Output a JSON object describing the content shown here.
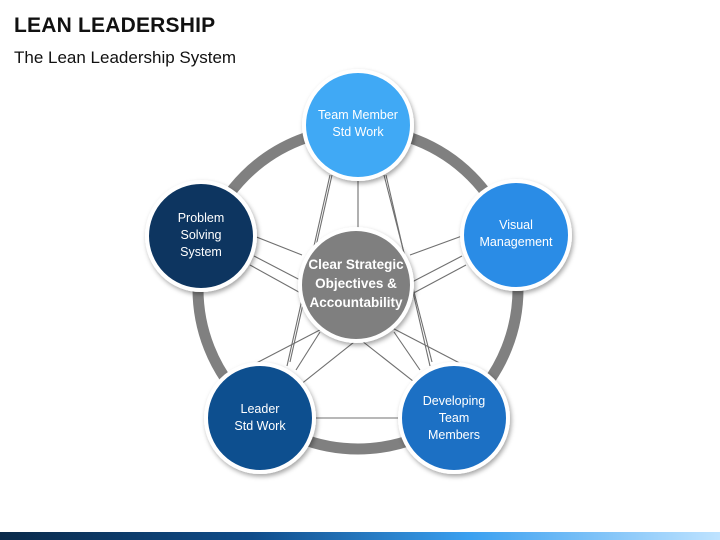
{
  "header": {
    "title": "LEAN LEADERSHIP",
    "subtitle": "The Lean Leadership System"
  },
  "diagram": {
    "center": {
      "lines": [
        "Clear Strategic",
        "Objectives &",
        "Accountability"
      ],
      "color": "#7f7f7f"
    },
    "ring_color": "#808080",
    "spoke_color": "#707070",
    "nodes": [
      {
        "id": "team-member-std-work",
        "lines": [
          "Team Member",
          "Std Work"
        ],
        "color": "#3fa9f5"
      },
      {
        "id": "visual-management",
        "lines": [
          "Visual",
          "Management"
        ],
        "color": "#2b8ce6"
      },
      {
        "id": "developing-team-members",
        "lines": [
          "Developing",
          "Team",
          "Members"
        ],
        "color": "#1a6fc4"
      },
      {
        "id": "leader-std-work",
        "lines": [
          "Leader",
          "Std Work"
        ],
        "color": "#0f4f8f"
      },
      {
        "id": "problem-solving-system",
        "lines": [
          "Problem",
          "Solving",
          "System"
        ],
        "color": "#0b3560"
      }
    ]
  }
}
